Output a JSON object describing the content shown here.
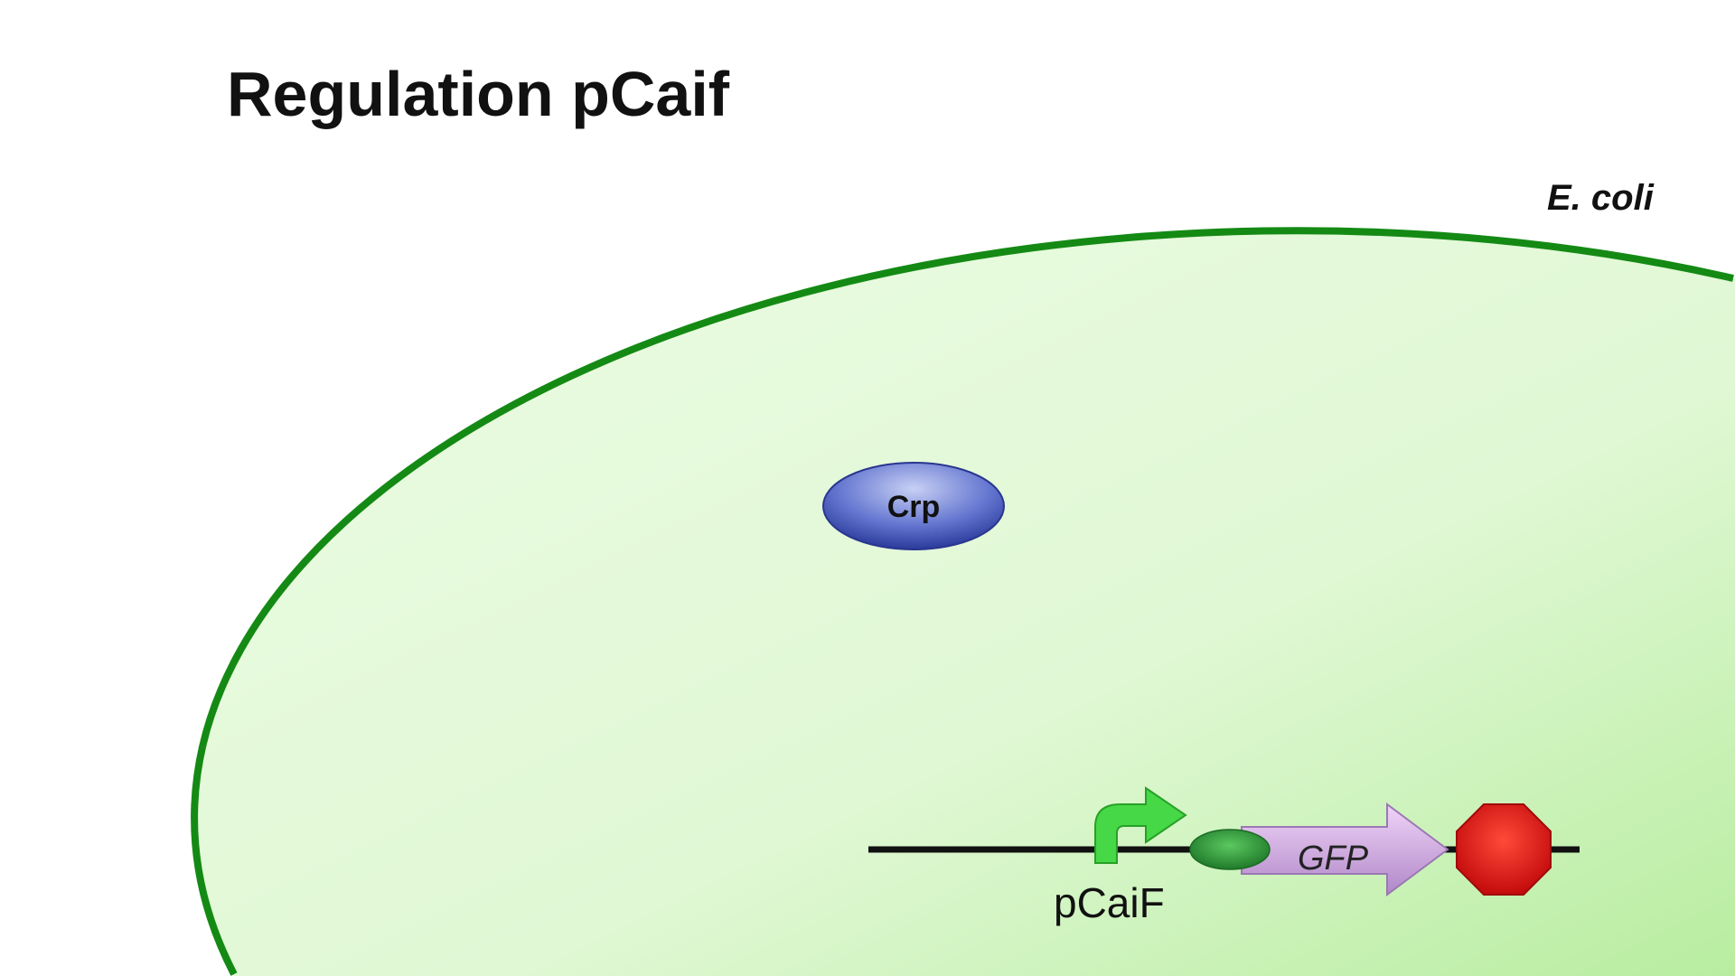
{
  "slide": {
    "title": "Regulation pCaif",
    "organism_label": "E. coli"
  },
  "diagram": {
    "protein_label": "Crp",
    "promoter_label": "pCaiF",
    "gene_label": "GFP"
  },
  "colors": {
    "cell_border": "#148a14",
    "cell_fill": "#e4f9d8",
    "crp": "#4a5ec8",
    "promoter": "#3fd63f",
    "rbs": "#2e9a3a",
    "gene": "#d8a8e8",
    "terminator": "#e81818"
  }
}
